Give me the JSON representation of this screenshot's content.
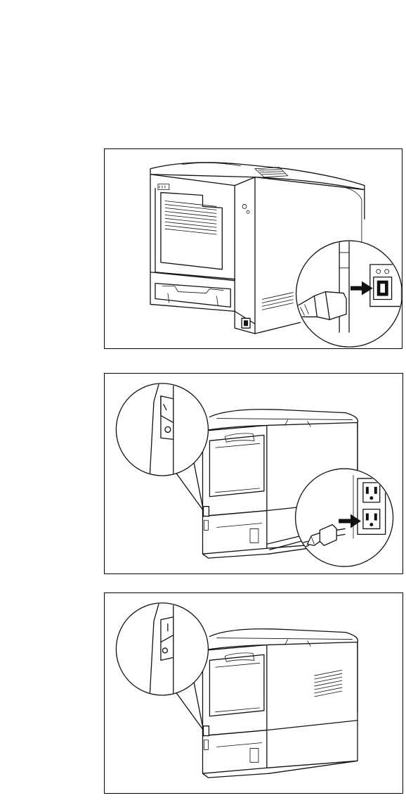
{
  "illustrations": [
    {
      "id": "connect-power-cord-to-printer",
      "items": [
        "printer-rear-view",
        "power-inlet-magnifier",
        "power-cord-plug",
        "insert-arrow"
      ]
    },
    {
      "id": "plug-into-wall-outlet",
      "items": [
        "printer-front-view",
        "power-switch-magnifier-off",
        "wall-outlet-magnifier",
        "power-plug",
        "insert-arrow"
      ]
    },
    {
      "id": "turn-power-on",
      "items": [
        "printer-front-view",
        "power-switch-magnifier-on"
      ]
    }
  ],
  "switch_states": [
    "off",
    "on"
  ],
  "colors": {
    "line_art": "#111111",
    "background": "#ffffff"
  }
}
